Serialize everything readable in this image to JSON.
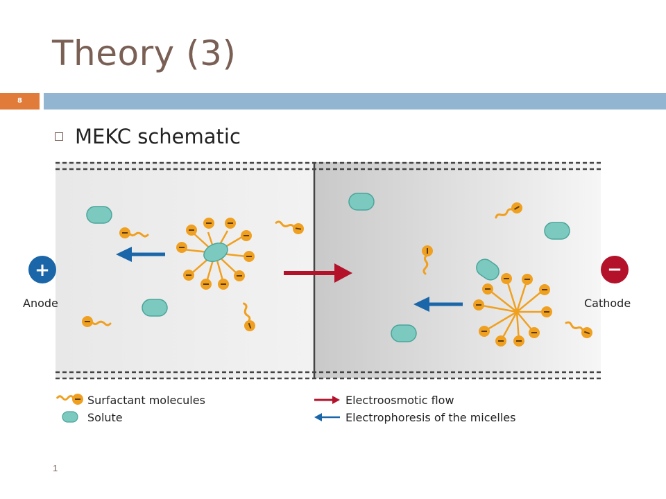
{
  "slide": {
    "title": "Theory (3)",
    "slide_number": "8",
    "bullet": "MEKC schematic",
    "footer": "1"
  },
  "diagram": {
    "anode_label": "Anode",
    "cathode_label": "Cathode",
    "anode_symbol": "+",
    "cathode_symbol": "−",
    "legend": {
      "surfactant": "Surfactant molecules",
      "solute": "Solute",
      "eof": "Electroosmotic flow",
      "electrophoresis": "Electrophoresis of the micelles"
    },
    "colors": {
      "surfactant": "#f0a020",
      "solute": "#7cc9c0",
      "eof_arrow": "#b3122a",
      "micelle_arrow": "#1b66a8",
      "anode": "#1b66a8",
      "cathode": "#b3122a"
    }
  }
}
